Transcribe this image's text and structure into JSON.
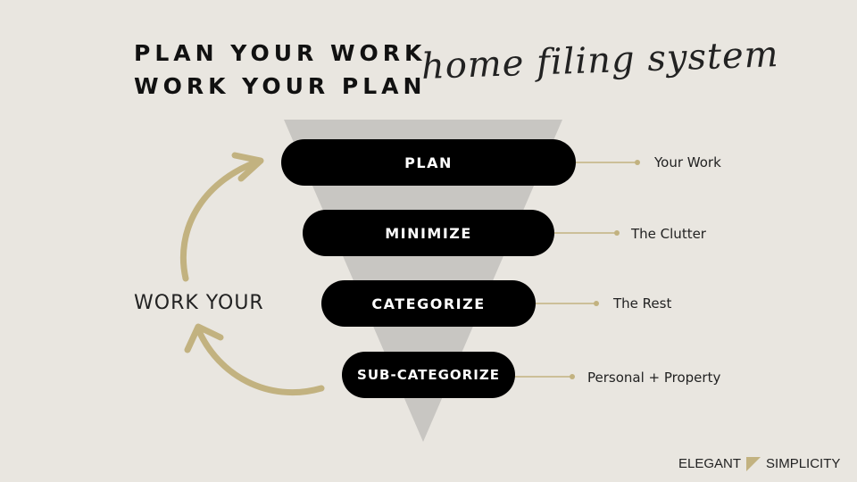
{
  "title": {
    "line1": "PLAN YOUR WORK",
    "line2": "WORK YOUR PLAN",
    "script": "home filing system"
  },
  "funnel": {
    "steps": [
      {
        "label": "PLAN",
        "note": "Your Work"
      },
      {
        "label": "MINIMIZE",
        "note": "The Clutter"
      },
      {
        "label": "CATEGORIZE",
        "note": "The Rest"
      },
      {
        "label": "SUB-CATEGORIZE",
        "note": "Personal + Property"
      }
    ]
  },
  "cycle": {
    "label": "WORK YOUR"
  },
  "brand": {
    "left": "ELEGANT",
    "right": "SIMPLICITY"
  },
  "colors": {
    "background": "#e9e6e0",
    "funnel": "#c8c6c2",
    "pill": "#000000",
    "accent": "#c2b280"
  }
}
